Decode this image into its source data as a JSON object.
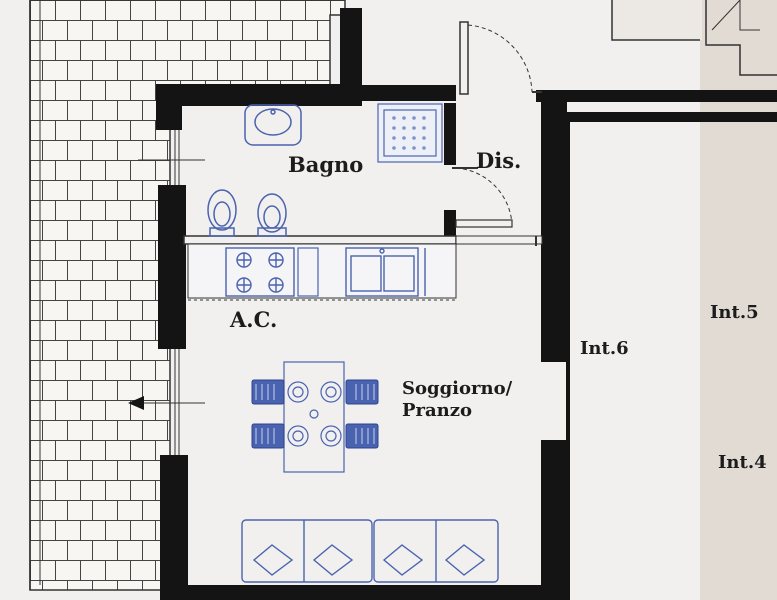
{
  "floor_plan": {
    "rooms": {
      "bathroom": "Bagno",
      "hallway": "Dis.",
      "kitchen_corner": "A.C.",
      "living_dining_line1": "Soggiorno/",
      "living_dining_line2": "Pranzo"
    },
    "units": {
      "current_unit": "Int.6",
      "neighbor_upper": "Int.5",
      "neighbor_lower": "Int.4"
    },
    "colors": {
      "paper": "#f1f0ee",
      "wall": "#141414",
      "furniture_blue": "#4a63b0",
      "neighbor_shade": "#e2dbd4"
    },
    "icons": [
      "bathroom-sink-icon",
      "shower-tray-icon",
      "bidet-icon",
      "toilet-icon",
      "stove-icon",
      "kitchen-sink-icon",
      "dining-table-icon",
      "dining-chair-icon",
      "sofa-icon",
      "entrance-arrow-icon"
    ]
  }
}
